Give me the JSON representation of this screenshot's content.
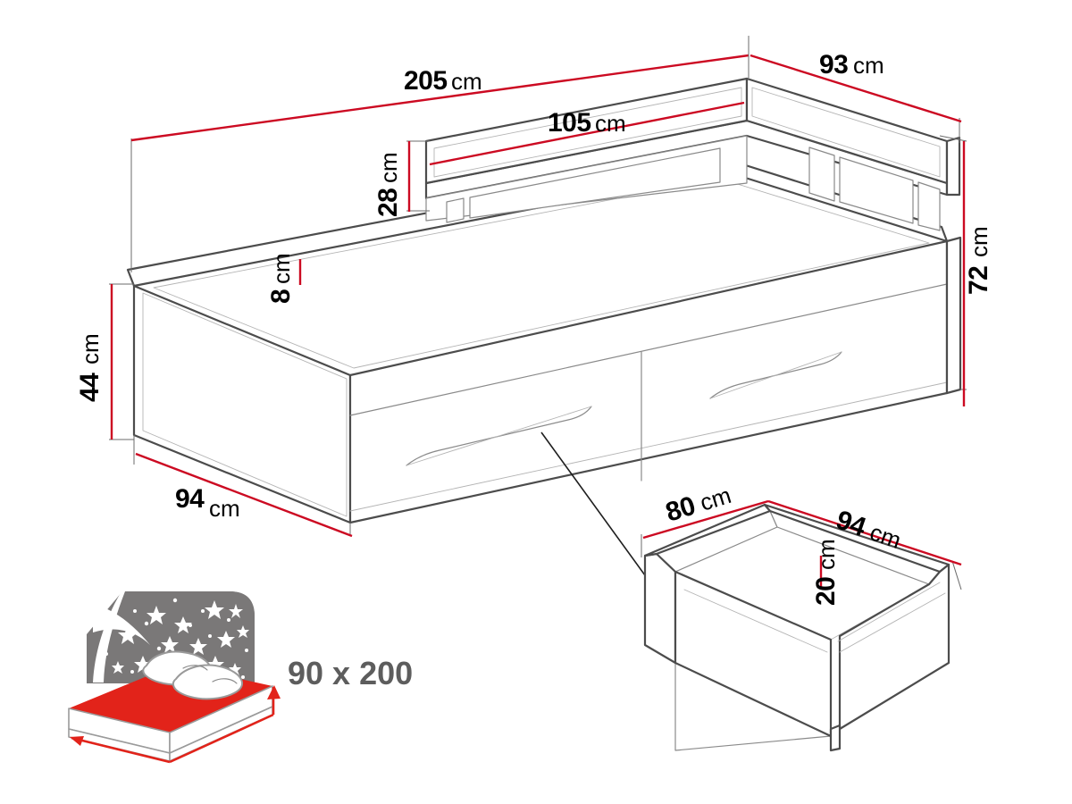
{
  "title": "Bed technical dimension drawing",
  "colors": {
    "dimension_red": "#cc0a22",
    "outline_gray": "#4c4c4c",
    "light_gray": "#8a8a8a",
    "label_gray": "#5d5d5d",
    "mattress_red": "#e2231a",
    "night_gray": "#7a7878",
    "background": "#ffffff"
  },
  "bed": {
    "name": "single bed with storage drawers",
    "dimensions": {
      "length": {
        "value": "205",
        "unit": "cm",
        "label": "205cm",
        "描述": "overall bed length"
      },
      "width": {
        "value": "93",
        "unit": "cm",
        "label": "93cm"
      },
      "headboard_width": {
        "value": "105",
        "unit": "cm",
        "label": "105cm"
      },
      "headboard_height": {
        "value": "28",
        "unit": "cm",
        "label": "28cm"
      },
      "slat_thickness": {
        "value": "8",
        "unit": "cm",
        "label": "8cm"
      },
      "base_height": {
        "value": "44",
        "unit": "cm",
        "label": "44cm"
      },
      "total_height": {
        "value": "72",
        "unit": "cm",
        "label": "72cm"
      },
      "base_width": {
        "value": "94",
        "unit": "cm",
        "label": "94cm"
      }
    }
  },
  "drawer": {
    "name": "storage drawer detail",
    "dimensions": {
      "front_width": {
        "value": "80",
        "unit": "cm",
        "label": "80cm"
      },
      "depth": {
        "value": "94",
        "unit": "cm",
        "label": "94cm"
      },
      "height": {
        "value": "20",
        "unit": "cm",
        "label": "20cm"
      }
    }
  },
  "mattress_badge": {
    "icon": "mattress-night-icon",
    "size_label": "90 x 200"
  },
  "dimension_labels": [
    {
      "id": "len-205",
      "number": "205",
      "unit": "cm"
    },
    {
      "id": "wid-93",
      "number": "93",
      "unit": "cm"
    },
    {
      "id": "head-105",
      "number": "105",
      "unit": "cm"
    },
    {
      "id": "head-28",
      "number": "28",
      "unit": "cm"
    },
    {
      "id": "slat-8",
      "number": "8",
      "unit": "cm"
    },
    {
      "id": "base-44",
      "number": "44",
      "unit": "cm"
    },
    {
      "id": "tot-72",
      "number": "72",
      "unit": "cm"
    },
    {
      "id": "base-94",
      "number": "94",
      "unit": "cm"
    },
    {
      "id": "drw-80",
      "number": "80",
      "unit": "cm"
    },
    {
      "id": "drw-94",
      "number": "94",
      "unit": "cm"
    },
    {
      "id": "drw-20",
      "number": "20",
      "unit": "cm"
    }
  ]
}
